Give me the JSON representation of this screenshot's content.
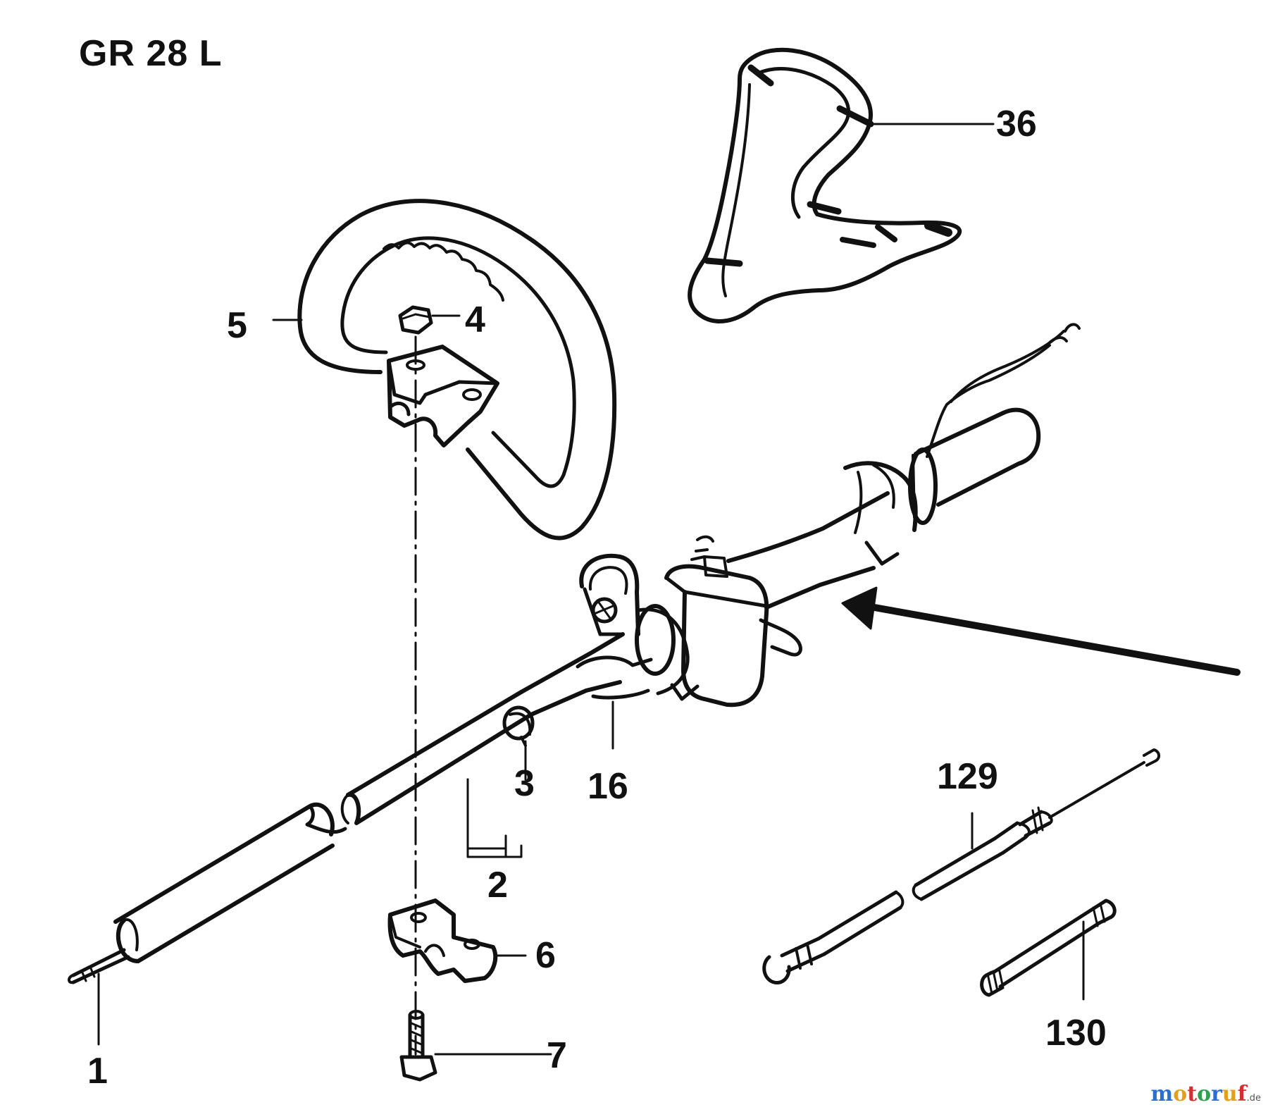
{
  "title": "GR 28 L",
  "callouts": {
    "c1": "1",
    "c2": "2",
    "c3": "3",
    "c4": "4",
    "c5": "5",
    "c6": "6",
    "c7": "7",
    "c16": "16",
    "c36": "36",
    "c129": "129",
    "c130": "130"
  },
  "watermark": {
    "letters": [
      "m",
      "o",
      "t",
      "o",
      "r",
      "u",
      "f"
    ],
    "suffix": ".de",
    "colors": [
      "#2a6fd6",
      "#e0a020",
      "#d03030",
      "#30a050",
      "#2a6fd6",
      "#e0a020",
      "#d03030"
    ]
  },
  "line_color": "#111111"
}
